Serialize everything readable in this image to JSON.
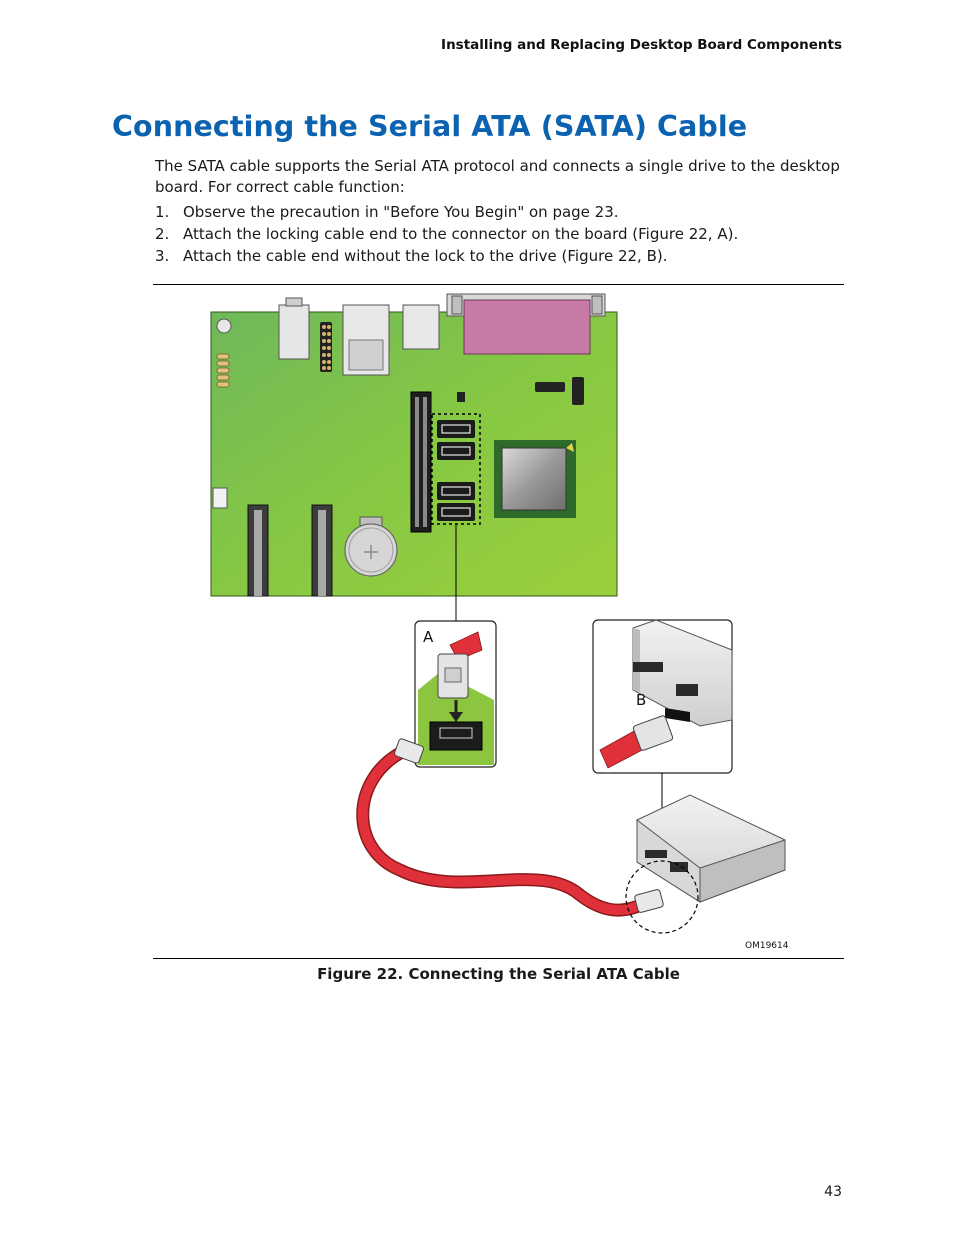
{
  "header": {
    "running_title": "Installing and Replacing Desktop Board Components"
  },
  "section": {
    "title": "Connecting the Serial ATA (SATA) Cable",
    "intro": "The SATA cable supports the Serial ATA protocol and connects a single drive to the desktop board.  For correct cable function:",
    "steps": [
      {
        "num": "1.",
        "text": "Observe the precaution in \"Before You Begin\" on page 23."
      },
      {
        "num": "2.",
        "text": "Attach the locking cable end to the connector on the board (Figure 22, A)."
      },
      {
        "num": "3.",
        "text": "Attach the cable end without the lock to the drive (Figure 22, B)."
      }
    ]
  },
  "figure": {
    "callout_a": "A",
    "callout_b": "B",
    "art_id": "OM19614",
    "caption": "Figure 22.  Connecting the Serial ATA Cable"
  },
  "footer": {
    "page_number": "43"
  },
  "colors": {
    "title_blue": "#0b62b0",
    "board_green": "#7cc04a",
    "cable_red": "#e0303a",
    "connector_pink": "#c87aa6"
  }
}
